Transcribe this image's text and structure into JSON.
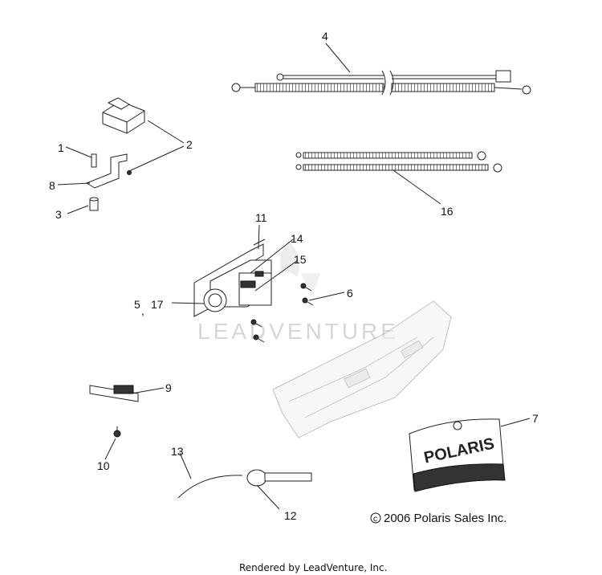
{
  "callouts": [
    "1",
    "2",
    "3",
    "4",
    "5",
    "6",
    "7",
    "8",
    "9",
    "10",
    "11",
    "12",
    "13",
    "14",
    "15",
    "16",
    "17"
  ],
  "comma": ",",
  "watermark": "LEADVENTURE",
  "copyright": "2006 Polaris Sales Inc.",
  "copyright_symbol": "c",
  "decal_text": "POLARIS",
  "footer": "Rendered by LeadVenture, Inc."
}
